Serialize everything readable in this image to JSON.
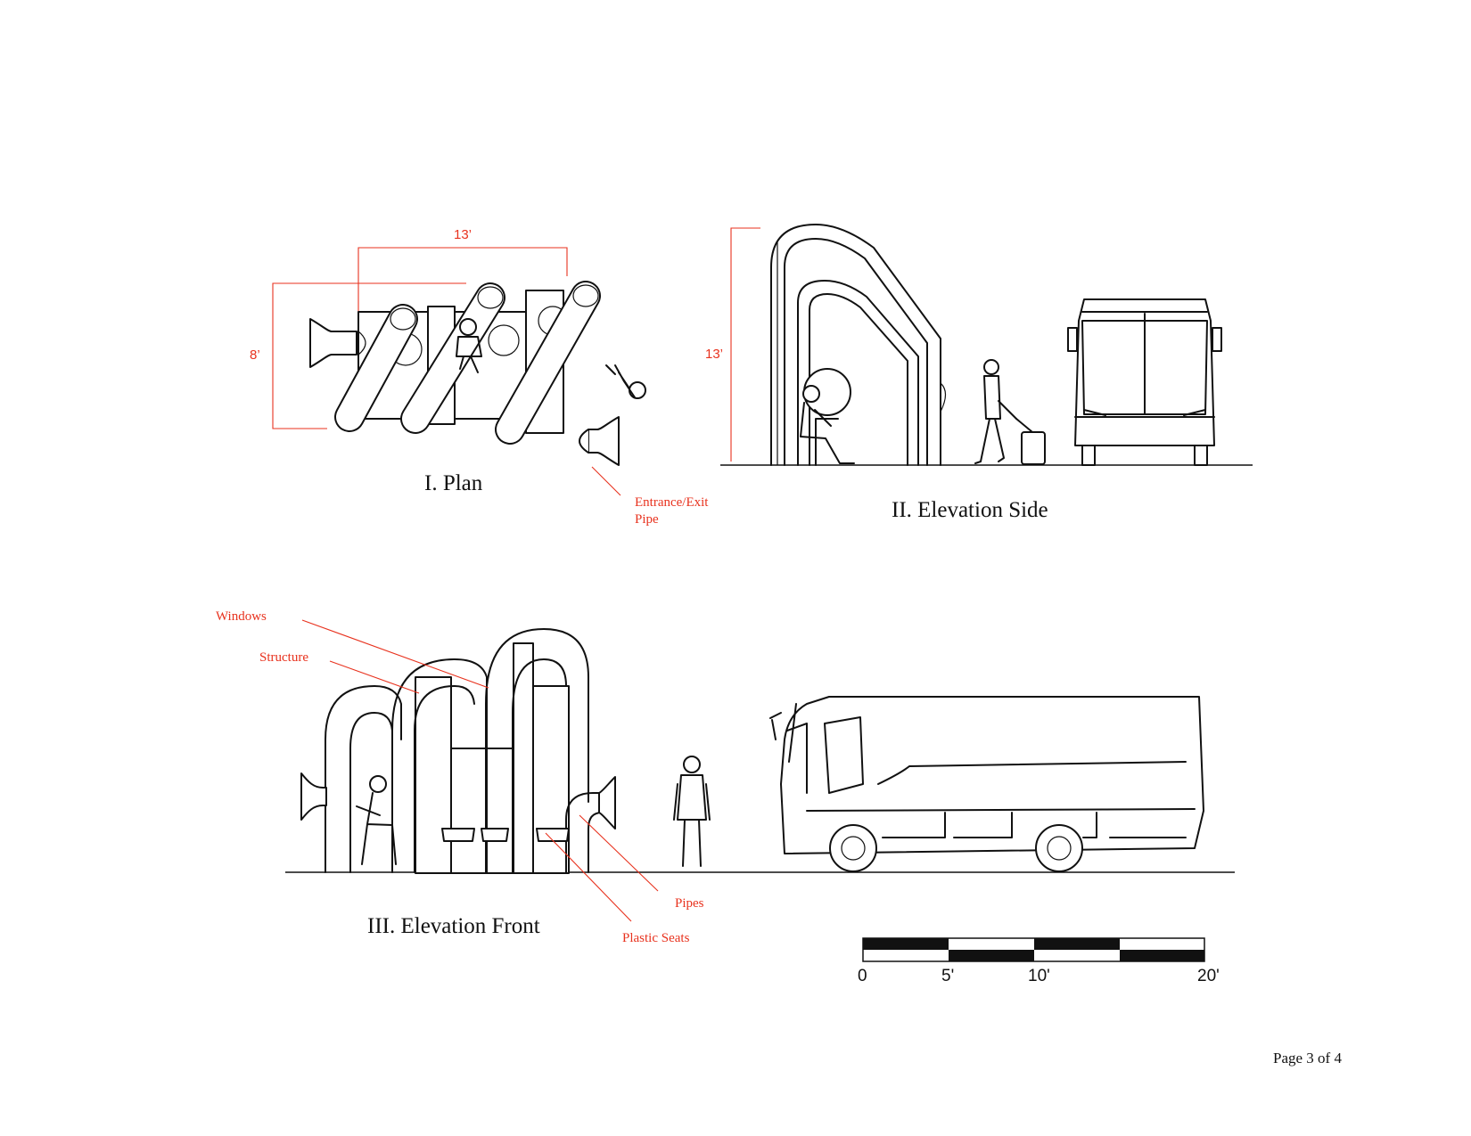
{
  "sheet": {
    "views": [
      {
        "title": "I. Plan"
      },
      {
        "title": "II. Elevation Side"
      },
      {
        "title": "III. Elevation Front"
      }
    ],
    "dimensions": {
      "plan_width": "13’",
      "plan_depth": "8’",
      "side_height": "13’"
    },
    "callouts": {
      "entrance_line1": "Entrance/Exit",
      "entrance_line2": "Pipe",
      "windows": "Windows",
      "structure": "Structure",
      "pipes": "Pipes",
      "plastic_seats": "Plastic Seats"
    },
    "scale_bar": {
      "labels": [
        "0",
        "5'",
        "10'",
        "20'"
      ]
    },
    "page_label": "Page 3 of 4"
  },
  "colors": {
    "annotation": "#e8321e",
    "linework": "#111111"
  }
}
